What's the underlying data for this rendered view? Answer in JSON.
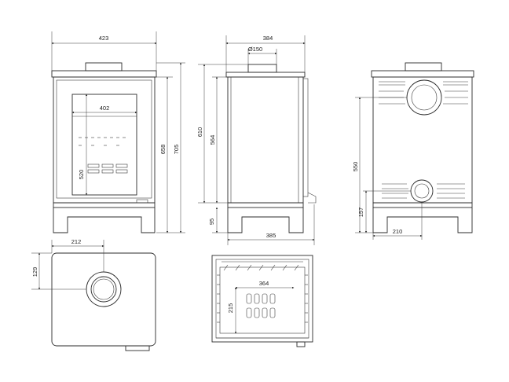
{
  "views": {
    "front": {
      "width": "423",
      "height_outer": "705",
      "height_body": "658",
      "glass_width": "402",
      "glass_height": "520"
    },
    "side": {
      "flue_outer": "384",
      "flue_diameter": "Ø150",
      "height_610": "610",
      "height_564": "564",
      "height_95": "95",
      "depth": "385"
    },
    "rear": {
      "height_550": "550",
      "height_157": "157",
      "offset_210": "210"
    },
    "top": {
      "offset_212": "212",
      "offset_129": "129"
    },
    "section": {
      "width_364": "364",
      "depth_215": "215"
    }
  },
  "colors": {
    "line": "#2b2b2b",
    "background": "#ffffff"
  }
}
